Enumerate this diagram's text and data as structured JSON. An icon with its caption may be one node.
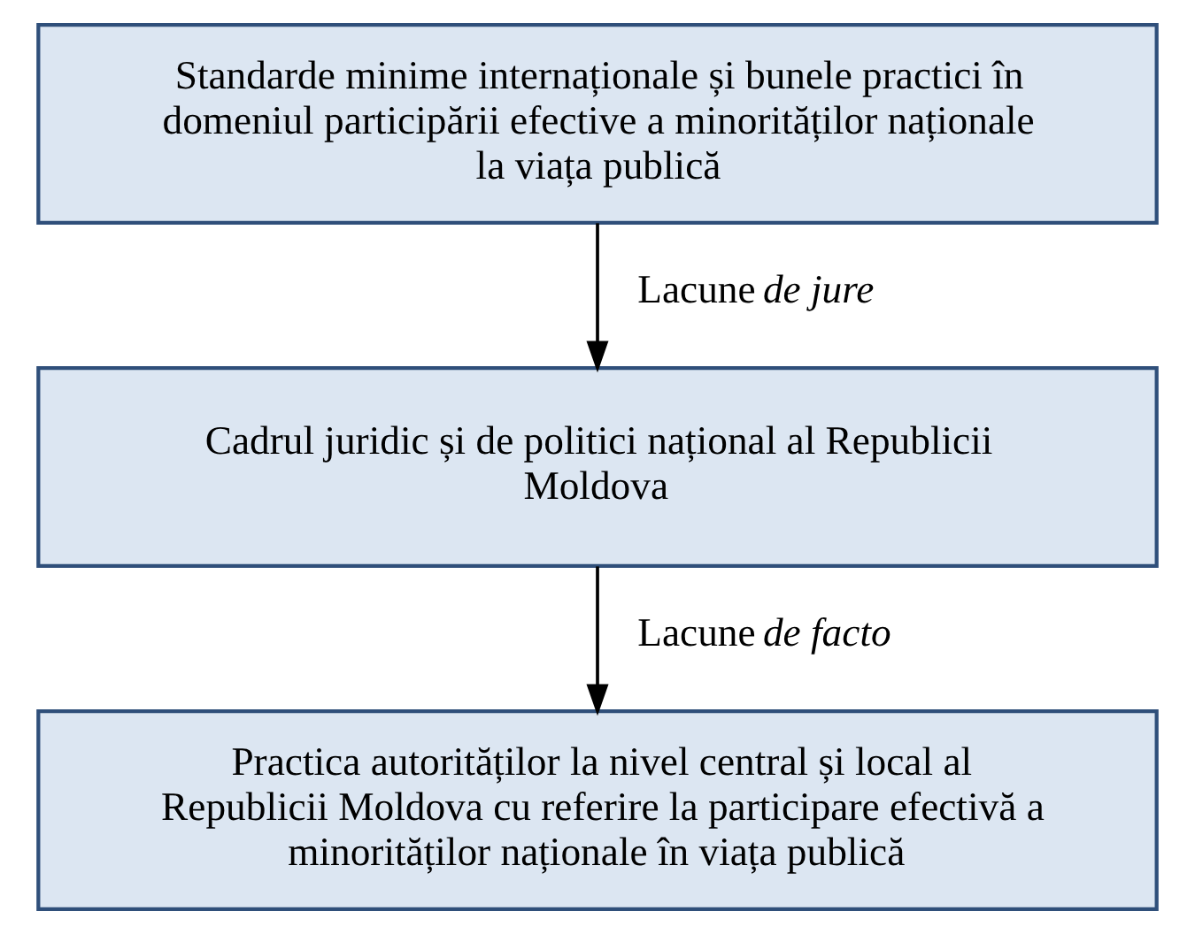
{
  "diagram": {
    "nodes": [
      {
        "text": [
          "Standarde minime internaționale și bunele practici în domeniul participării efective a minorităților naționale la viața publică"
        ]
      },
      {
        "text": [
          "Cadrul juridic și de politici național al Republicii Moldova"
        ]
      },
      {
        "text": [
          "Practica autorităților la nivel central și local al Republicii Moldova cu referire la participare efectivă a minorităților naționale în viața publică"
        ]
      }
    ],
    "edges": [
      {
        "from": 0,
        "to": 1,
        "arrow": "to",
        "label": "Lacune *de jure*"
      },
      {
        "from": 1,
        "to": 2,
        "arrow": "to",
        "label": "Lacune *de facto*"
      }
    ]
  }
}
